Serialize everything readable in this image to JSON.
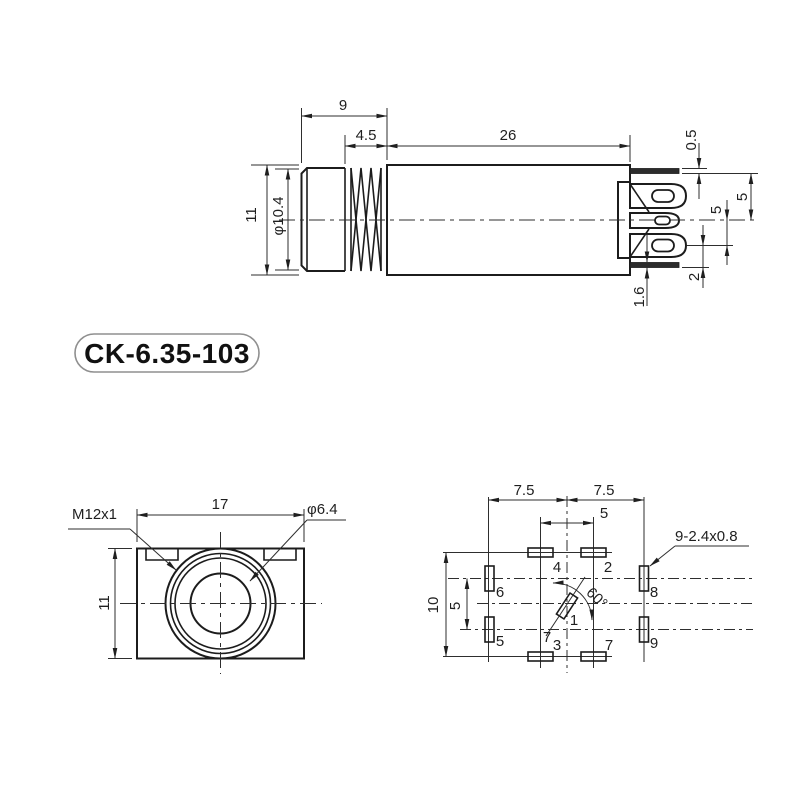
{
  "model_label": "CK-6.35-103",
  "side_view": {
    "nut_length": "9",
    "thread_length": "4.5",
    "body_length": "26",
    "pin_thickness": "0.5",
    "pin_to_center": "5",
    "center_to_lug": "5",
    "lug_to_pin": "2",
    "pin_width": "1.6",
    "overall_height": "11",
    "bushing_diameter": "φ10.4"
  },
  "front_view": {
    "thread_spec": "M12x1",
    "width": "17",
    "hole_diameter": "φ6.4",
    "height": "11"
  },
  "pcb_view": {
    "pitch_left": "7.5",
    "pitch_right": "7.5",
    "top_pad_pitch": "5",
    "row_span": "10",
    "side_pad_pitch": "5",
    "rotation_angle": "60°",
    "pad_spec": "9-2.4x0.8",
    "pads": {
      "p1": "1",
      "p2": "2",
      "p3": "3",
      "p4": "4",
      "p5": "5",
      "p6": "6",
      "p7_axis": "7",
      "p7": "7",
      "p8": "8",
      "p9": "9"
    }
  }
}
